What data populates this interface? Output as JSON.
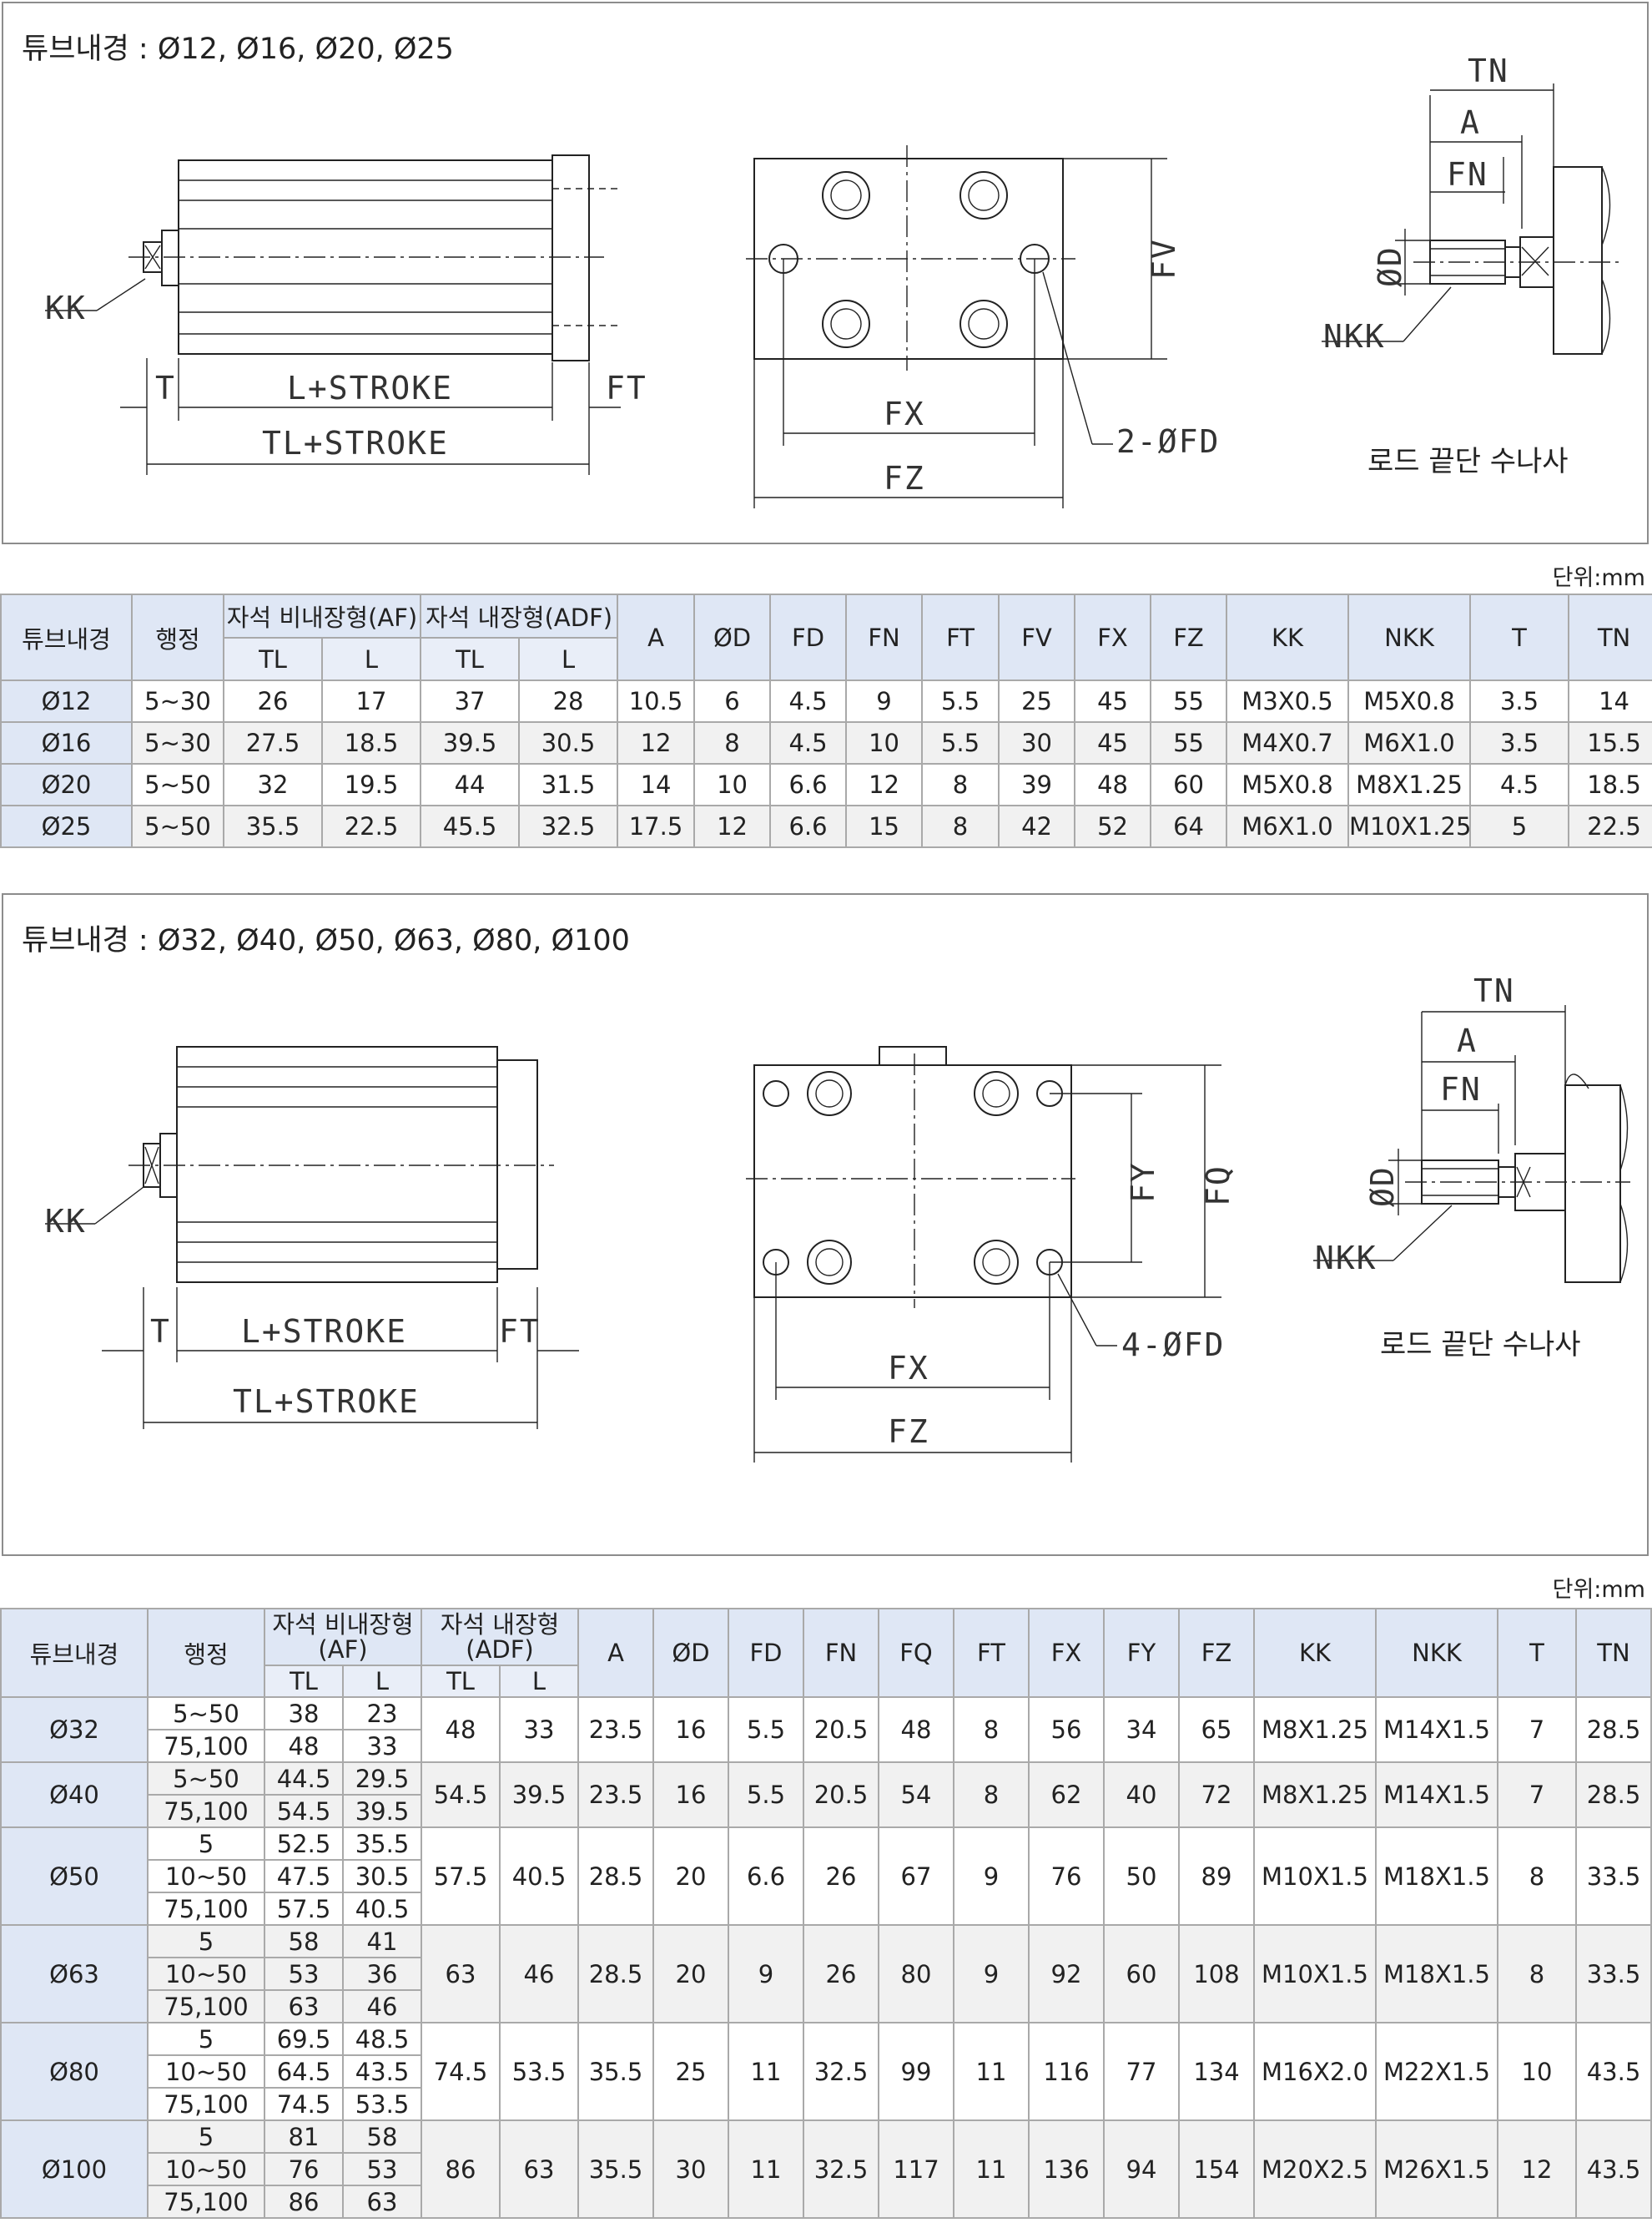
{
  "section1": {
    "title": "튜브내경 : Ø12, Ø16, Ø20, Ø25",
    "caption": "로드 끝단 수나사",
    "labels": {
      "kk": "KK",
      "t": "T",
      "l_stroke": "L+STROKE",
      "ft": "FT",
      "tl_stroke": "TL+STROKE",
      "fv": "FV",
      "fx": "FX",
      "fz": "FZ",
      "fd": "2-ØFD",
      "tn": "TN",
      "a": "A",
      "fn": "FN",
      "d": "ØD",
      "nkk": "NKK"
    },
    "unit": "단위:mm",
    "table": {
      "headers": {
        "bore": "튜브내경",
        "stroke": "행정",
        "af": "자석 비내장형(AF)",
        "adf": "자석 내장형(ADF)",
        "tl": "TL",
        "l": "L",
        "cols": [
          "A",
          "ØD",
          "FD",
          "FN",
          "FT",
          "FV",
          "FX",
          "FZ",
          "KK",
          "NKK",
          "T",
          "TN"
        ]
      },
      "rows": [
        [
          "Ø12",
          "5~30",
          "26",
          "17",
          "37",
          "28",
          "10.5",
          "6",
          "4.5",
          "9",
          "5.5",
          "25",
          "45",
          "55",
          "M3X0.5",
          "M5X0.8",
          "3.5",
          "14"
        ],
        [
          "Ø16",
          "5~30",
          "27.5",
          "18.5",
          "39.5",
          "30.5",
          "12",
          "8",
          "4.5",
          "10",
          "5.5",
          "30",
          "45",
          "55",
          "M4X0.7",
          "M6X1.0",
          "3.5",
          "15.5"
        ],
        [
          "Ø20",
          "5~50",
          "32",
          "19.5",
          "44",
          "31.5",
          "14",
          "10",
          "6.6",
          "12",
          "8",
          "39",
          "48",
          "60",
          "M5X0.8",
          "M8X1.25",
          "4.5",
          "18.5"
        ],
        [
          "Ø25",
          "5~50",
          "35.5",
          "22.5",
          "45.5",
          "32.5",
          "17.5",
          "12",
          "6.6",
          "15",
          "8",
          "42",
          "52",
          "64",
          "M6X1.0",
          "M10X1.25",
          "5",
          "22.5"
        ]
      ]
    }
  },
  "section2": {
    "title": "튜브내경 : Ø32, Ø40, Ø50, Ø63, Ø80, Ø100",
    "caption": "로드 끝단 수나사",
    "labels": {
      "kk": "KK",
      "t": "T",
      "l_stroke": "L+STROKE",
      "ft": "FT",
      "tl_stroke": "TL+STROKE",
      "fy": "FY",
      "fq": "FQ",
      "fx": "FX",
      "fz": "FZ",
      "fd": "4-ØFD",
      "tn": "TN",
      "a": "A",
      "fn": "FN",
      "d": "ØD",
      "nkk": "NKK"
    },
    "unit": "단위:mm",
    "table": {
      "headers": {
        "bore": "튜브내경",
        "stroke": "행정",
        "af_1": "자석 비내장형",
        "af_2": "(AF)",
        "adf_1": "자석 내장형",
        "adf_2": "(ADF)",
        "tl": "TL",
        "l": "L",
        "cols": [
          "A",
          "ØD",
          "FD",
          "FN",
          "FQ",
          "FT",
          "FX",
          "FY",
          "FZ",
          "KK",
          "NKK",
          "T",
          "TN"
        ]
      },
      "groups": [
        {
          "bore": "Ø32",
          "strokes": [
            [
              "5~50",
              "38",
              "23"
            ],
            [
              "75,100",
              "48",
              "33"
            ]
          ],
          "values": [
            "48",
            "33",
            "23.5",
            "16",
            "5.5",
            "20.5",
            "48",
            "8",
            "56",
            "34",
            "65",
            "M8X1.25",
            "M14X1.5",
            "7",
            "28.5"
          ]
        },
        {
          "bore": "Ø40",
          "strokes": [
            [
              "5~50",
              "44.5",
              "29.5"
            ],
            [
              "75,100",
              "54.5",
              "39.5"
            ]
          ],
          "values": [
            "54.5",
            "39.5",
            "23.5",
            "16",
            "5.5",
            "20.5",
            "54",
            "8",
            "62",
            "40",
            "72",
            "M8X1.25",
            "M14X1.5",
            "7",
            "28.5"
          ]
        },
        {
          "bore": "Ø50",
          "strokes": [
            [
              "5",
              "52.5",
              "35.5"
            ],
            [
              "10~50",
              "47.5",
              "30.5"
            ],
            [
              "75,100",
              "57.5",
              "40.5"
            ]
          ],
          "values": [
            "57.5",
            "40.5",
            "28.5",
            "20",
            "6.6",
            "26",
            "67",
            "9",
            "76",
            "50",
            "89",
            "M10X1.5",
            "M18X1.5",
            "8",
            "33.5"
          ]
        },
        {
          "bore": "Ø63",
          "strokes": [
            [
              "5",
              "58",
              "41"
            ],
            [
              "10~50",
              "53",
              "36"
            ],
            [
              "75,100",
              "63",
              "46"
            ]
          ],
          "values": [
            "63",
            "46",
            "28.5",
            "20",
            "9",
            "26",
            "80",
            "9",
            "92",
            "60",
            "108",
            "M10X1.5",
            "M18X1.5",
            "8",
            "33.5"
          ]
        },
        {
          "bore": "Ø80",
          "strokes": [
            [
              "5",
              "69.5",
              "48.5"
            ],
            [
              "10~50",
              "64.5",
              "43.5"
            ],
            [
              "75,100",
              "74.5",
              "53.5"
            ]
          ],
          "values": [
            "74.5",
            "53.5",
            "35.5",
            "25",
            "11",
            "32.5",
            "99",
            "11",
            "116",
            "77",
            "134",
            "M16X2.0",
            "M22X1.5",
            "10",
            "43.5"
          ]
        },
        {
          "bore": "Ø100",
          "strokes": [
            [
              "5",
              "81",
              "58"
            ],
            [
              "10~50",
              "76",
              "53"
            ],
            [
              "75,100",
              "86",
              "63"
            ]
          ],
          "values": [
            "86",
            "63",
            "35.5",
            "30",
            "11",
            "32.5",
            "117",
            "11",
            "136",
            "94",
            "154",
            "M20X2.5",
            "M26X1.5",
            "12",
            "43.5"
          ]
        }
      ]
    }
  }
}
